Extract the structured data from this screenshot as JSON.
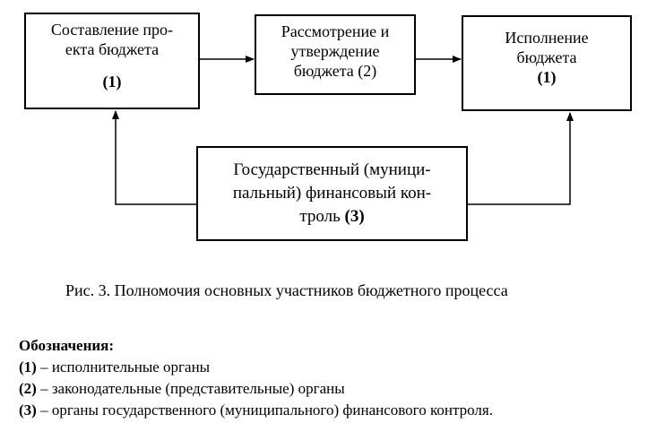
{
  "boxes": {
    "draft": {
      "line1": "Составление про-",
      "line2": "екта бюджета",
      "num": "(1)"
    },
    "review": {
      "line1": "Рассмотрение и",
      "line2": "утверждение",
      "line3": "бюджета (2)"
    },
    "exec": {
      "line1": "Исполнение",
      "line2": "бюджета",
      "num": "(1)"
    },
    "control": {
      "line1": "Государственный (муници-",
      "line2": "пальный) финансовый кон-",
      "line3": "троль",
      "num": "(3)"
    }
  },
  "caption": "Рис. 3. Полномочия основных участников бюджетного процесса",
  "legend": {
    "title": "Обозначения:",
    "items": [
      {
        "code": "(1)",
        "text": " – исполнительные органы"
      },
      {
        "code": "(2)",
        "text": " – законодательные (представительные) органы"
      },
      {
        "code": "(3)",
        "text": " – органы государственного (муниципального) финансового контроля."
      }
    ]
  }
}
